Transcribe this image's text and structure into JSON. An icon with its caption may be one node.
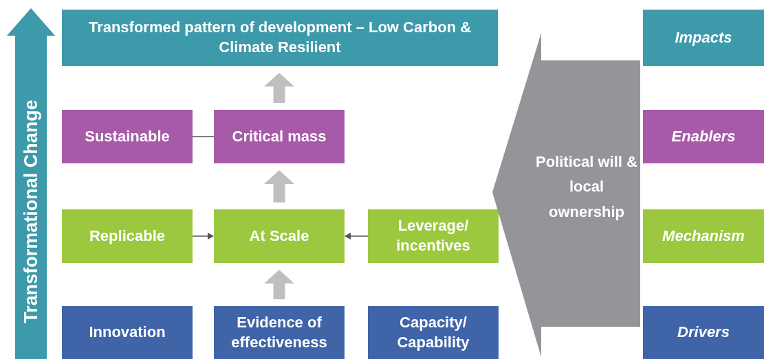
{
  "diagram": {
    "nodes": [
      {
        "text": [
          "Transformed pattern of development – Low Carbon & Climate Resilient"
        ]
      },
      {
        "text": [
          "Sustainable"
        ]
      },
      {
        "text": [
          "Critical mass"
        ]
      },
      {
        "text": [
          "Replicable"
        ]
      },
      {
        "text": [
          "At Scale"
        ]
      },
      {
        "text": [
          "Leverage/ incentives"
        ]
      },
      {
        "text": [
          "Innovation"
        ]
      },
      {
        "text": [
          "Evidence of effectiveness"
        ]
      },
      {
        "text": [
          "Capacity/ Capability"
        ]
      },
      {
        "text": [
          "Political will & local ownership"
        ]
      },
      {
        "text": [
          "Impacts"
        ]
      },
      {
        "text": [
          "Enablers"
        ]
      },
      {
        "text": [
          "Mechanism"
        ]
      },
      {
        "text": [
          "Drivers"
        ]
      },
      {
        "text": [
          "Transformational Change"
        ]
      }
    ],
    "edges": [
      {
        "from": 1,
        "to": 2,
        "arrow": "none"
      },
      {
        "from": 3,
        "to": 4,
        "arrow": "to"
      },
      {
        "from": 5,
        "to": 4,
        "arrow": "to"
      },
      {
        "from": 7,
        "to": 4,
        "arrow": "to",
        "style": "thick",
        "color": "#bfbfbf"
      },
      {
        "from": 4,
        "to": 2,
        "arrow": "to",
        "style": "thick",
        "color": "#bfbfbf"
      },
      {
        "from": 2,
        "to": 0,
        "arrow": "to",
        "style": "thick",
        "color": "#bfbfbf"
      }
    ]
  }
}
